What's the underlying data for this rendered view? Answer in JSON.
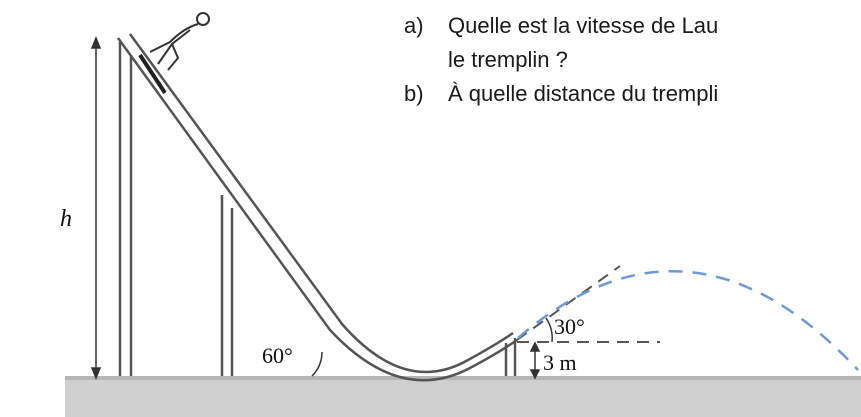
{
  "questions": [
    {
      "label": "a)",
      "lines": [
        "Quelle est la vitesse de Lau",
        "le tremplin ?"
      ]
    },
    {
      "label": "b)",
      "lines": [
        "À quelle distance du trempli"
      ]
    }
  ],
  "figure": {
    "height_label": "h",
    "angle_ramp": "60°",
    "angle_launch": "30°",
    "lip_height": "3 m"
  }
}
